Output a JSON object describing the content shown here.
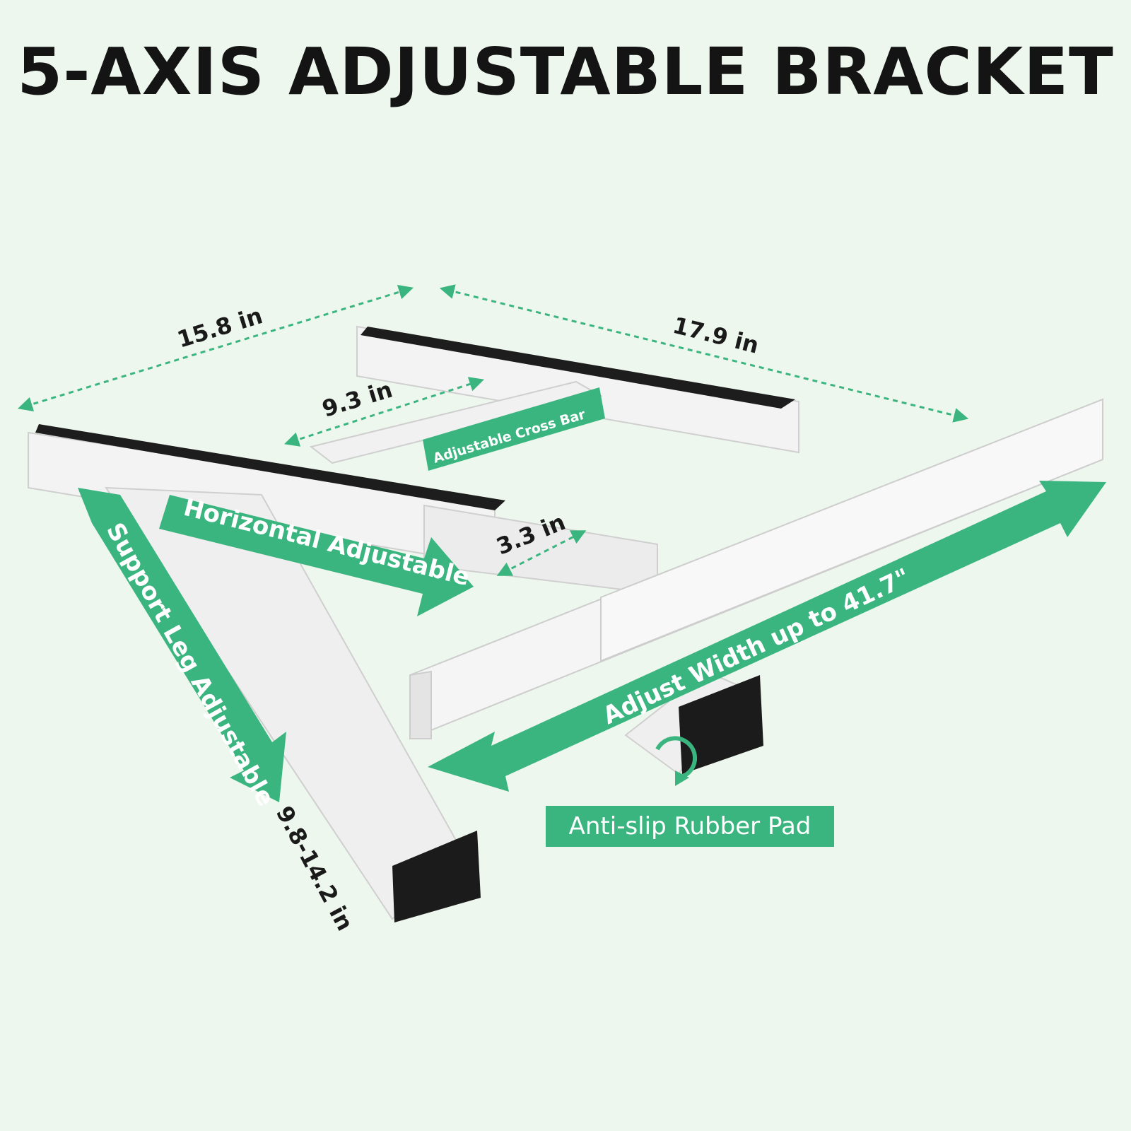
{
  "title": "5-AXIS ADJUSTABLE BRACKET",
  "dimensions": {
    "depth": "15.8 in",
    "length": "17.9 in",
    "cross_bar": "9.3 in",
    "pad_offset": "3.3 in",
    "leg_range": "9.8-14.2 in"
  },
  "labels": {
    "cross_bar": "Adjustable Cross Bar",
    "horizontal": "Horizontal Adjustable",
    "support_leg": "Support Leg Adjustable",
    "width": "Adjust Width up to 41.7\"",
    "rubber_pad": "Anti-slip Rubber Pad"
  },
  "colors": {
    "background": "#eef7ee",
    "accent": "#3bb57f",
    "metal": "#f2f2f2",
    "pad": "#1b1b1b"
  },
  "icons": [
    "rotate-icon"
  ]
}
